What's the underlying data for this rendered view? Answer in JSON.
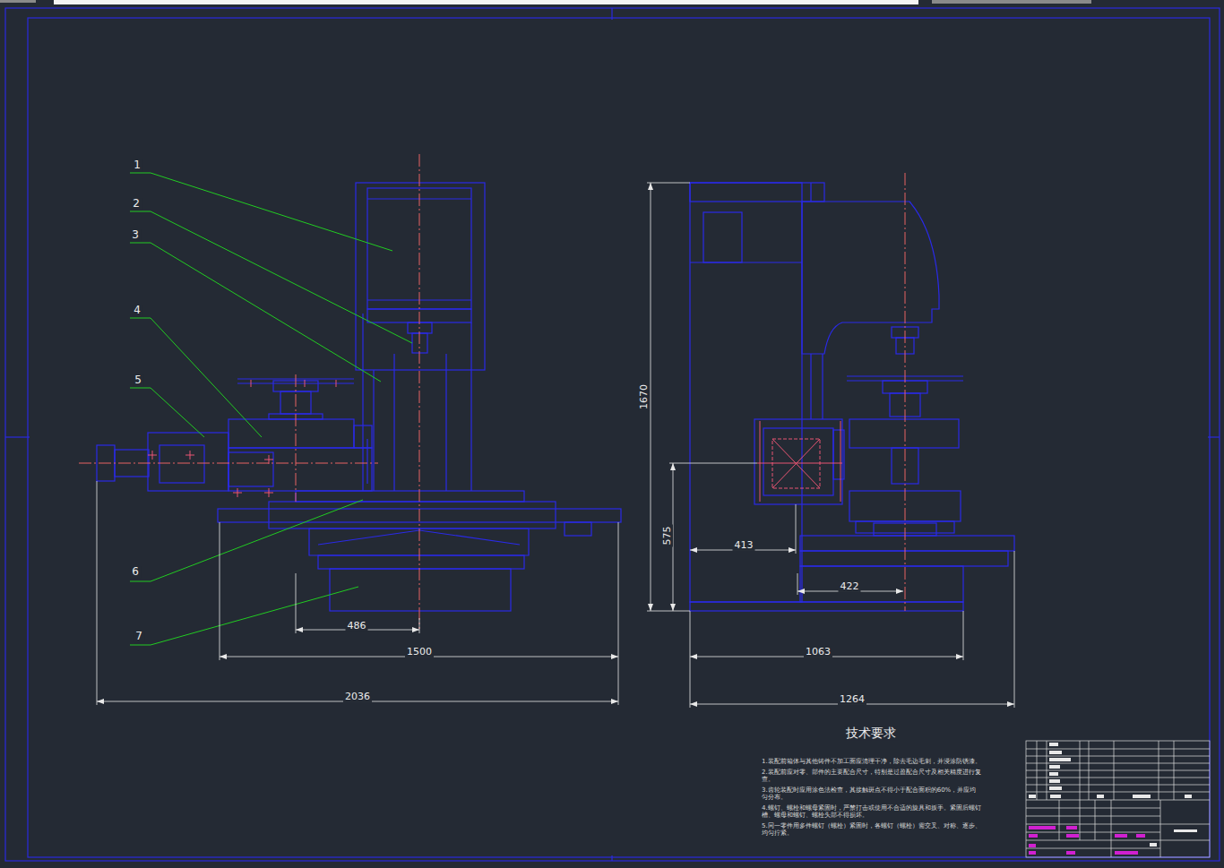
{
  "diagram": {
    "labels": [
      "1",
      "2",
      "3",
      "4",
      "5",
      "6",
      "7",
      "486",
      "1500",
      "2036",
      "1670",
      "575",
      "413",
      "422",
      "1063",
      "1264",
      "技术要求",
      "1.装配前箱体与其他铸件不加工面应清理干净，除去毛边毛刺，并浸涂防锈漆。",
      "2.装配前应对零、部件的主要配合尺寸，特别是过盈配合尺寸及相关精度进行复查。",
      "3.齿轮装配时应用涂色法检查，其接触斑点不得小于配合面积的60%，并应均匀分布。",
      "4.螺钉、螺栓和螺母紧固时，严禁打击或使用不合适的旋具和扳手。紧固后螺钉槽、螺母和螺钉、螺栓头部不得损坏。",
      "5.同一零件用多件螺钉（螺栓）紧固时，各螺钉（螺栓）需交叉、对称、逐步、均匀拧紧。"
    ]
  }
}
